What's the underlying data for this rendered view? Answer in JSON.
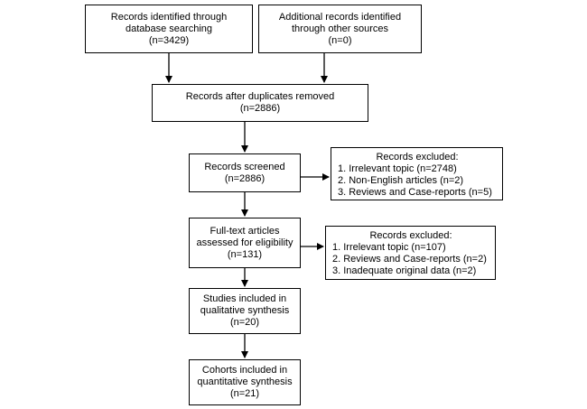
{
  "nodes": {
    "identified_db": {
      "lines": [
        "Records identified through",
        "database searching",
        "(n=3429)"
      ]
    },
    "identified_other": {
      "lines": [
        "Additional records identified",
        "through other sources",
        "(n=0)"
      ]
    },
    "after_duplicates": {
      "lines": [
        "Records after duplicates removed",
        "(n=2886)"
      ]
    },
    "screened": {
      "lines": [
        "Records screened",
        "(n=2886)"
      ]
    },
    "fulltext": {
      "lines": [
        "Full-text articles",
        "assessed for eligibility",
        "(n=131)"
      ]
    },
    "qualitative": {
      "lines": [
        "Studies included in",
        "qualitative synthesis",
        "(n=20)"
      ]
    },
    "quantitative": {
      "lines": [
        "Cohorts included in",
        "quantitative synthesis",
        "(n=21)"
      ]
    }
  },
  "exclusions": {
    "screening": {
      "title": "Records excluded:",
      "items": [
        "1. Irrelevant topic (n=2748)",
        "2. Non-English articles (n=2)",
        "3. Reviews and Case-reports (n=5)"
      ]
    },
    "eligibility": {
      "title": "Records excluded:",
      "items": [
        "1. Irrelevant topic (n=107)",
        "2. Reviews and Case-reports (n=2)",
        "3. Inadequate original data (n=2)"
      ]
    }
  }
}
